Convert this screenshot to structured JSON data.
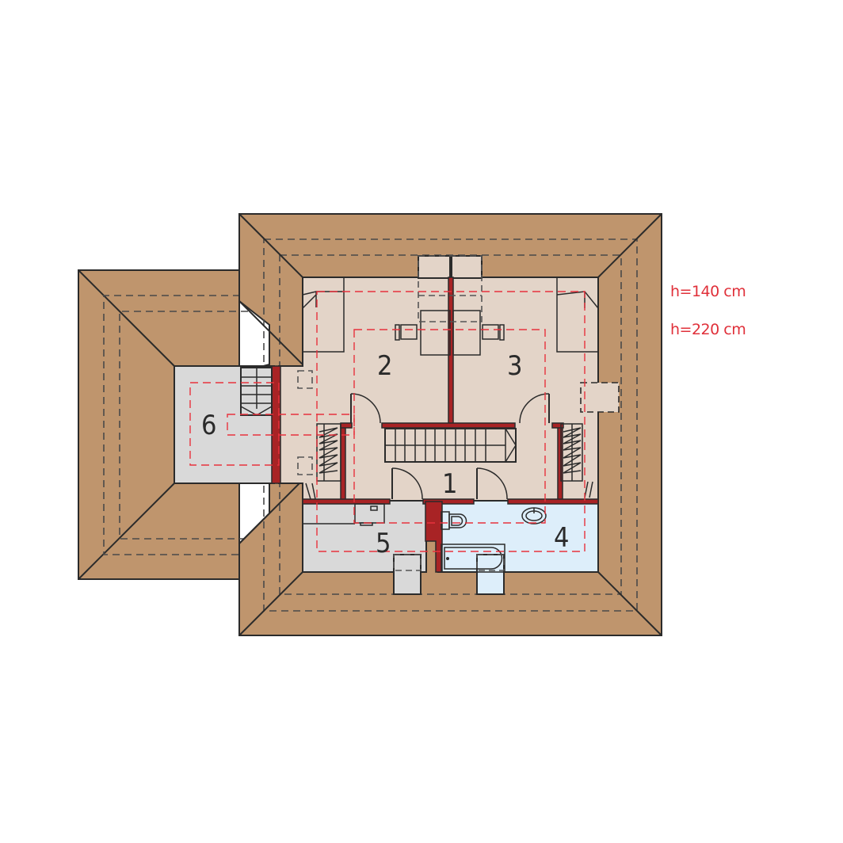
{
  "plan": {
    "type": "attic floor plan",
    "colors": {
      "roof": "#bf956d",
      "bedroom_floor": "#e3d4c8",
      "service_floor": "#d9d9d9",
      "bathroom_floor": "#ddeefa",
      "structural_wall": "#a82325",
      "height_line": "#e8323d",
      "outline": "#2b2b2b"
    },
    "rooms": [
      {
        "number": "1",
        "label": "1",
        "kind": "hall"
      },
      {
        "number": "2",
        "label": "2",
        "kind": "bedroom"
      },
      {
        "number": "3",
        "label": "3",
        "kind": "bedroom"
      },
      {
        "number": "4",
        "label": "4",
        "kind": "bathroom"
      },
      {
        "number": "5",
        "label": "5",
        "kind": "utility"
      },
      {
        "number": "6",
        "label": "6",
        "kind": "attic over garage"
      }
    ]
  },
  "legend": {
    "h140": "h=140 cm",
    "h220": "h=220 cm"
  }
}
